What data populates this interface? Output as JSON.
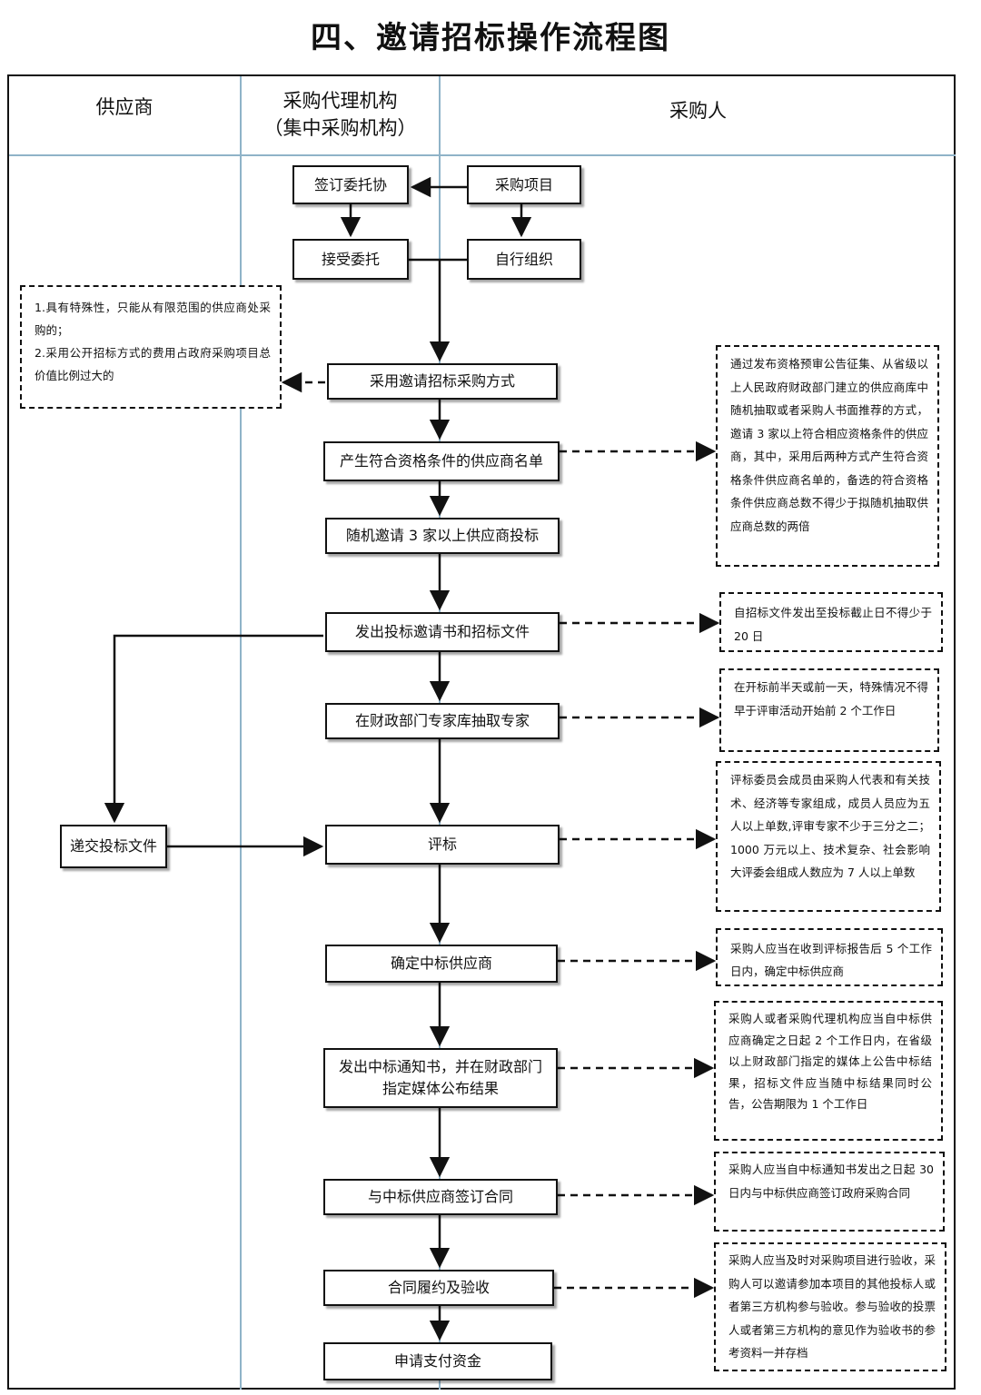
{
  "title": "四、邀请招标操作流程图",
  "lanes": {
    "supplier": "供应商",
    "agency_line1": "采购代理机构",
    "agency_line2": "（集中采购机构）",
    "purchaser": "采购人"
  },
  "steps": {
    "sign_entrust": "签订委托协",
    "procurement_project": "采购项目",
    "accept_entrust": "接受委托",
    "self_organize": "自行组织",
    "adopt_invite": "采用邀请招标采购方式",
    "qualified_list": "产生符合资格条件的供应商名单",
    "random_invite": "随机邀请 3 家以上供应商投标",
    "issue_invitation": "发出投标邀请书和招标文件",
    "extract_experts": "在财政部门专家库抽取专家",
    "submit_bid": "递交投标文件",
    "evaluate": "评标",
    "determine_winner": "确定中标供应商",
    "issue_notice_line1": "发出中标通知书，并在财政部门",
    "issue_notice_line2": "指定媒体公布结果",
    "sign_contract": "与中标供应商签订合同",
    "performance": "合同履约及验收",
    "apply_payment": "申请支付资金"
  },
  "notes": {
    "conditions_line1": "1.具有特殊性，只能从有限范围的供应商处采购的；",
    "conditions_line2": "2.采用公开招标方式的费用占政府采购项目总价值比例过大的",
    "qualified_list": "通过发布资格预审公告征集、从省级以上人民政府财政部门建立的供应商库中随机抽取或者采购人书面推荐的方式，邀请 3 家以上符合相应资格条件的供应商，其中，采用后两种方式产生符合资格条件供应商名单的，备选的符合资格条件供应商总数不得少于拟随机抽取供应商总数的两倍",
    "issue_invitation": "自招标文件发出至投标截止日不得少于 20 日",
    "extract_experts": "在开标前半天或前一天，特殊情况不得早于评审活动开始前 2 个工作日",
    "evaluate": "评标委员会成员由采购人代表和有关技术、经济等专家组成，成员人员应为五人以上单数,评审专家不少于三分之二；1000 万元以上、技术复杂、社会影响大评委会组成人数应为 7 人以上单数",
    "determine_winner": "采购人应当在收到评标报告后 5 个工作日内，确定中标供应商",
    "issue_notice": "采购人或者采购代理机构应当自中标供应商确定之日起 2 个工作日内，在省级以上财政部门指定的媒体上公告中标结果，招标文件应当随中标结果同时公告，公告期限为 1 个工作日",
    "sign_contract": "采购人应当自中标通知书发出之日起 30 日内与中标供应商签订政府采购合同",
    "performance": "采购人应当及时对采购项目进行验收，采购人可以邀请参加本项目的其他投标人或者第三方机构参与验收。参与验收的投票人或者第三方机构的意见作为验收书的参考资料一并存档"
  }
}
